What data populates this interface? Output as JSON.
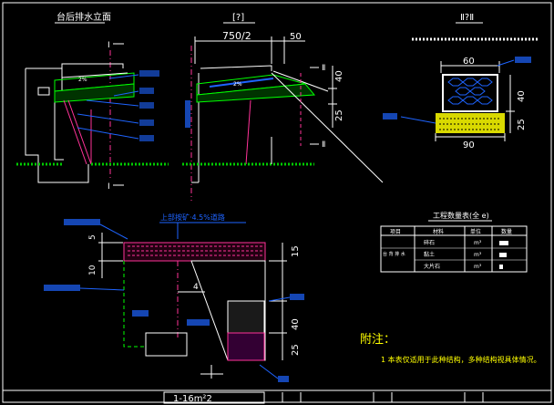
{
  "drawing": {
    "title_left": "台后排水立面",
    "title_mid": "[?]",
    "title_right": "Ⅱ?Ⅱ",
    "dim_750": "750/2",
    "dim_50_top": "50",
    "dim_40_mid": "40",
    "dim_25_mid": "25",
    "section_I_top": "I",
    "section_I_bottom": "I",
    "section_II_top": "Ⅱ",
    "section_II_bottom": "Ⅱ",
    "slope_pct": "2%",
    "dim_60": "60",
    "dim_40_right": "40",
    "dim_25_right": "25",
    "dim_90": "90",
    "bottom_top_label": "上部按矿·4.5%道路",
    "dim_5": "5",
    "dim_10": "10",
    "dim_15": "15",
    "dim_4": "4",
    "dim_40_bottom": "40",
    "dim_25_bottom": "25",
    "footer_label": "1-16m²2"
  },
  "table": {
    "title": "工程数量表(全 e)",
    "headers": [
      "项目",
      "材料",
      "单位",
      "数量"
    ],
    "group_label": "台 背 排 水",
    "rows": [
      {
        "material": "碎石",
        "unit": "m³"
      },
      {
        "material": "黏土",
        "unit": "m³"
      },
      {
        "material": "大片石",
        "unit": "m³"
      }
    ]
  },
  "notes": {
    "title": "附注：",
    "items": [
      "1    本表仅适用于此种结构，多种结构视具体情况。"
    ]
  },
  "colors": {
    "background": "#000000",
    "structure": "#ffffff",
    "dimension": "#00ff00",
    "annotation": "#1e64ff",
    "hatch": "#ff3399",
    "gravel_fill": "#ffff00",
    "note_text": "#ffff00",
    "ground": "#00cc00",
    "frame": "#ffffff"
  }
}
